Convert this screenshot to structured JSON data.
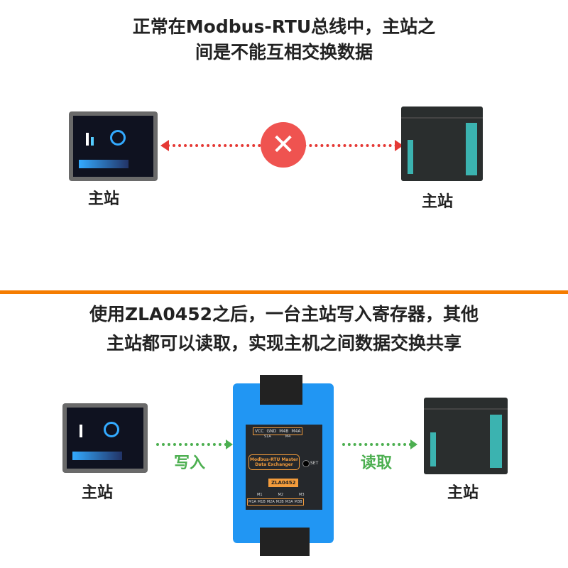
{
  "top": {
    "title_line1": "正常在Modbus-RTU总线中，主站之",
    "title_line2": "间是不能互相交换数据",
    "left_label": "主站",
    "right_label": "主站",
    "block_icon": "x-circle-icon"
  },
  "bottom": {
    "title_line1": "使用ZLA0452之后，一台主站写入寄存器，其他",
    "title_line2": "主站都可以读取，实现主机之间数据交换共享",
    "left_label": "主站",
    "right_label": "主站",
    "write_label": "写入",
    "read_label": "读取"
  },
  "device": {
    "top_pins": [
      "VCC",
      "GND",
      "M4B",
      "M4A"
    ],
    "top_leds": [
      "S1A",
      "M4"
    ],
    "name1": "Modbus-RTU Master",
    "name2": "Data Exchanger",
    "model": "ZLA0452",
    "set": "SET",
    "bottom_leds": [
      "M1",
      "M2",
      "M3"
    ],
    "bottom_pins": [
      "M1A",
      "M1B",
      "M2A",
      "M2B",
      "M3A",
      "M3B"
    ]
  },
  "colors": {
    "divider": "#f57c00",
    "red": "#e53935",
    "green": "#4caf50",
    "device": "#2196f3"
  }
}
